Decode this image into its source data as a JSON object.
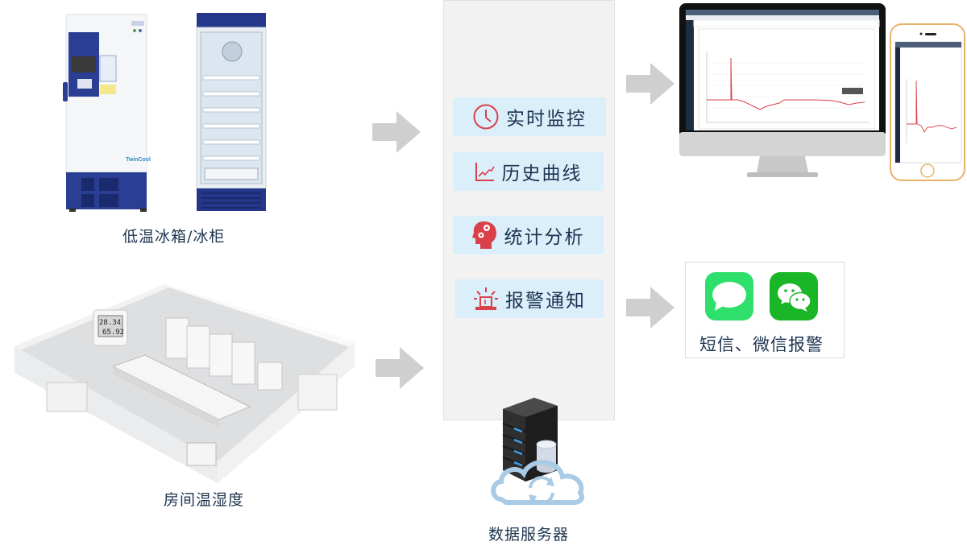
{
  "sources": {
    "fridges": {
      "label": "低温冰箱/冰柜",
      "brand_mark": "TwinCool"
    },
    "room": {
      "label": "房间温湿度",
      "sensor_temp": "28.34",
      "sensor_humidity": "65.92"
    }
  },
  "platform": {
    "features": [
      {
        "icon": "clock-icon",
        "label": "实时监控"
      },
      {
        "icon": "trend-chart-icon",
        "label": "历史曲线"
      },
      {
        "icon": "head-gears-icon",
        "label": "统计分析"
      },
      {
        "icon": "alarm-light-icon",
        "label": "报警通知"
      }
    ],
    "server_label": "数据服务器"
  },
  "outputs": {
    "alert_label": "短信、微信报警",
    "sms_icon": "message-bubble-icon",
    "wechat_icon": "wechat-icon"
  },
  "colors": {
    "accent_red": "#d9404a",
    "feature_bg": "#dbeffa",
    "panel_bg": "#f2f2f2",
    "arrow_gray": "#cfcfcf",
    "fridge_blue": "#25378a",
    "sms_green": "#2ee06b",
    "wechat_green": "#1ab628",
    "text_dark": "#1f3550"
  }
}
